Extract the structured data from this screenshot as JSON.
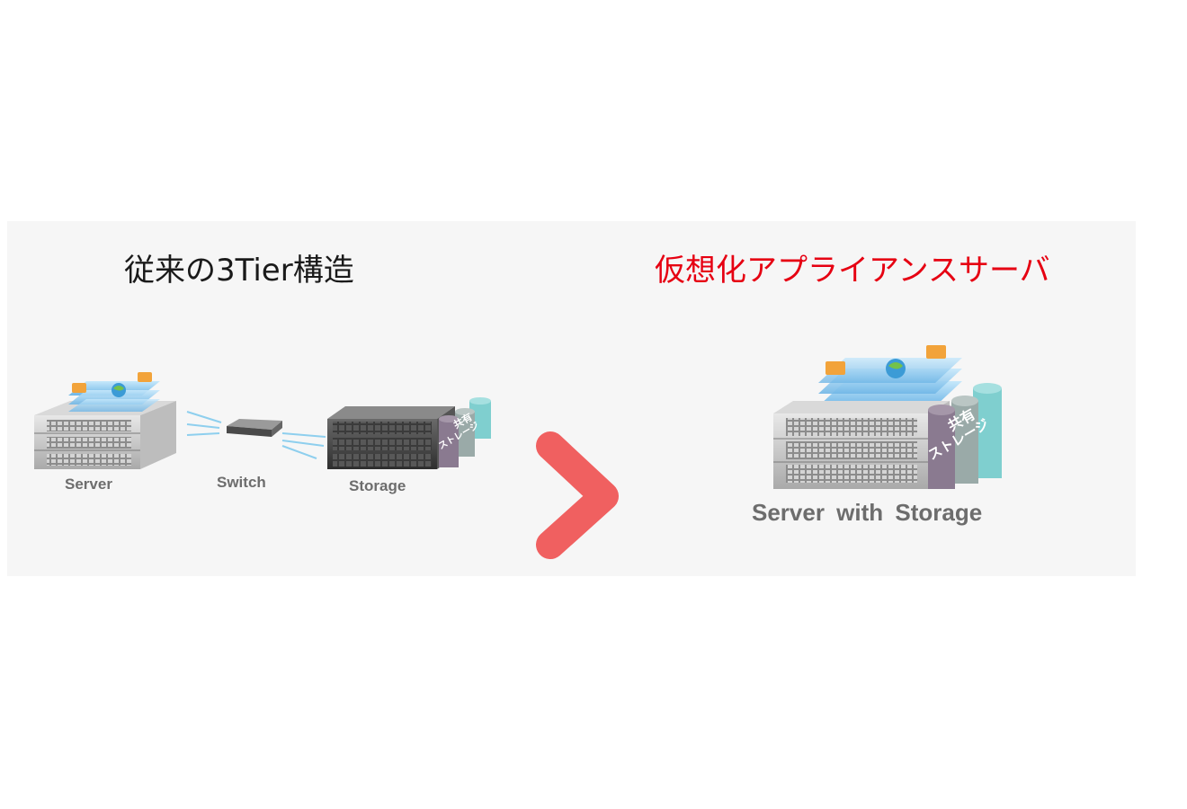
{
  "left": {
    "title": "従来の3Tier構造",
    "labels": {
      "server": "Server",
      "switch": "Switch",
      "storage": "Storage"
    },
    "shared_storage_label": [
      "共有",
      "ストレージ"
    ]
  },
  "right": {
    "title": "仮想化アプライアンスサーバ",
    "caption": "Server with  Storage",
    "shared_storage_label": [
      "共有",
      "ストレージ"
    ]
  },
  "colors": {
    "left_title": "#1a1a1a",
    "right_title": "#e60012",
    "arrow": "#f06060",
    "panel": "#f6f6f6",
    "cylinder_purple": "#8a7a90",
    "cylinder_gray": "#9aaaa8",
    "cylinder_teal": "#7fcfcf",
    "vm_blue": "#8fcbf0",
    "cable_blue": "#8ecfee"
  },
  "icons": [
    "server-rack-icon",
    "network-switch-icon",
    "storage-array-icon",
    "shared-storage-cylinders-icon",
    "virtual-machine-stack-icon",
    "folder-icon",
    "globe-icon",
    "chevron-right-arrow-icon"
  ]
}
